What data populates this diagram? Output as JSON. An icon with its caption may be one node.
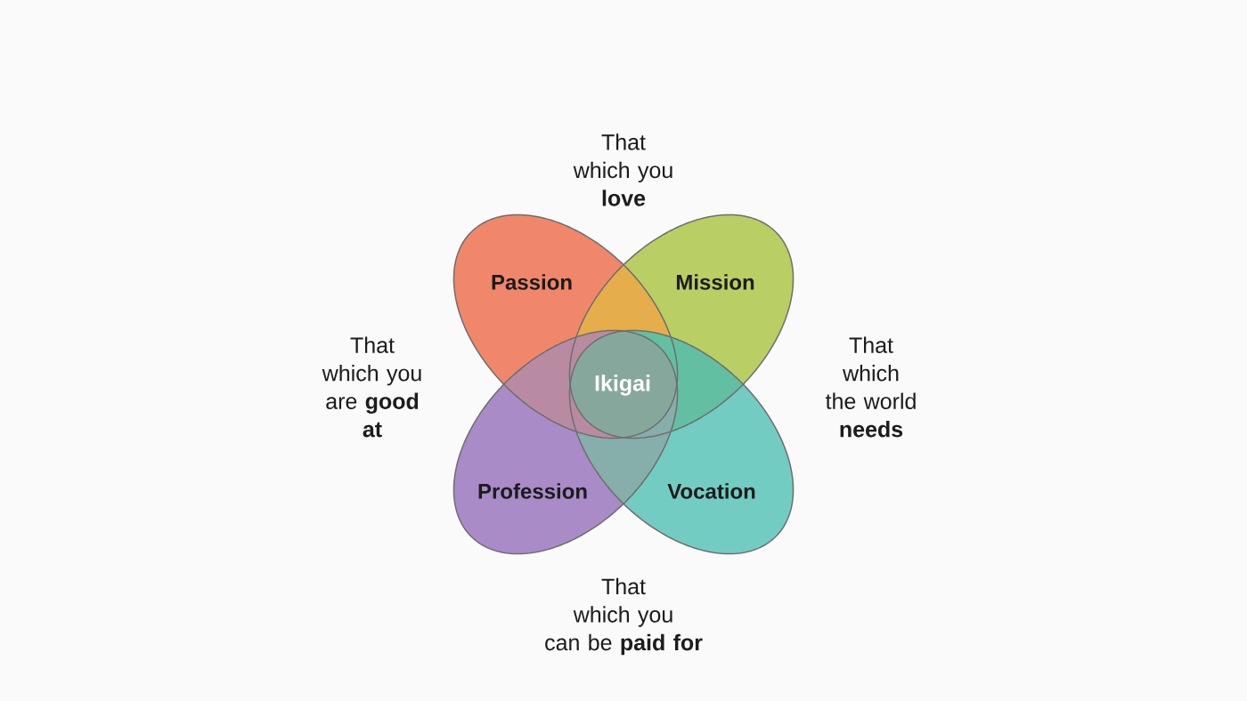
{
  "diagram": {
    "nodes": [
      {
        "text": [
          "Passion"
        ]
      },
      {
        "text": [
          "Mission"
        ]
      },
      {
        "text": [
          "Ikigai"
        ]
      },
      {
        "text": [
          "Profession"
        ]
      },
      {
        "text": [
          "Vocation"
        ]
      }
    ],
    "labels": [
      "That which you **love**",
      "That which you are **good at**",
      "That which the world **needs**",
      "That which you can be **paid for**"
    ]
  }
}
